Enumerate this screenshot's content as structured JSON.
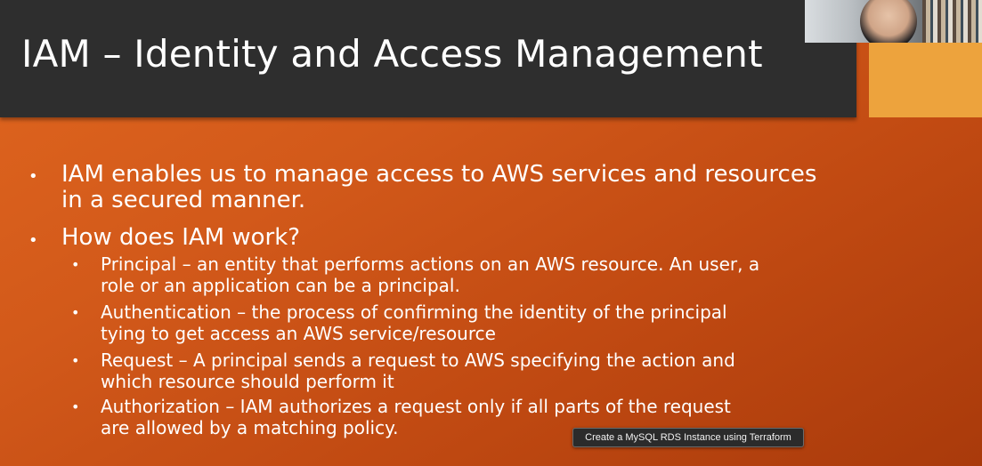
{
  "slide": {
    "title": "IAM – Identity and Access Management",
    "bullets": [
      {
        "lines": [
          "IAM enables us to manage access to AWS services and resources",
          "in a secured manner."
        ]
      },
      {
        "lines": [
          "How does IAM work?"
        ],
        "sub": [
          {
            "lines": [
              "Principal – an entity that performs actions on an AWS resource. An user, a",
              "role or an application can be a principal."
            ]
          },
          {
            "lines": [
              "Authentication – the process of confirming the identity of the principal",
              "tying to get access an AWS service/resource"
            ]
          },
          {
            "lines": [
              "Request – A principal sends a request to AWS specifying the action and",
              "which resource should perform it"
            ]
          },
          {
            "lines": [
              "Authorization – IAM authorizes a request only if all parts of the request",
              "are allowed by a matching policy."
            ]
          }
        ]
      }
    ],
    "bullet_glyph": "•"
  },
  "tooltip": "Create a MySQL RDS Instance using Terraform",
  "colors": {
    "title_bar": "#2e2e2e",
    "accent": "#eda33d",
    "background_start": "#e0661f",
    "background_end": "#a93a0b",
    "text": "#ffffff"
  }
}
